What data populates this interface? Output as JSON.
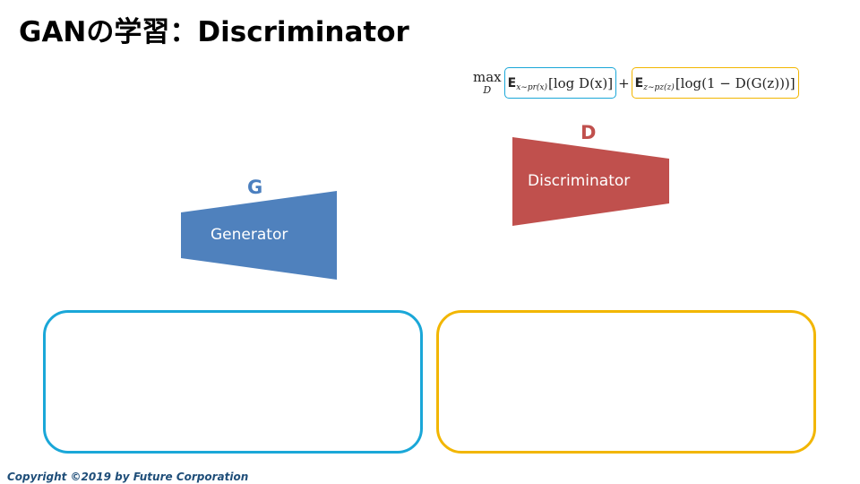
{
  "slide": {
    "title": "GANの学習：Discriminator",
    "copyright": "Copyright ©2019 by Future Corporation"
  },
  "formula": {
    "op": "max",
    "op_sub": "D",
    "term_real": {
      "expect": "E",
      "subscript": "x∼pr(x)",
      "body": "[log D(x)]"
    },
    "plus": "+",
    "term_fake": {
      "expect": "E",
      "subscript": "z∼pz(z)",
      "body": "[log(1 − D(G(z)))]"
    }
  },
  "generator": {
    "letter": "G",
    "label": "Generator",
    "color": "#4f81bd"
  },
  "discriminator": {
    "letter": "D",
    "label": "Discriminator",
    "color": "#c0504d"
  },
  "colors": {
    "real_box": "#1aa7d8",
    "fake_box": "#f2b600"
  }
}
